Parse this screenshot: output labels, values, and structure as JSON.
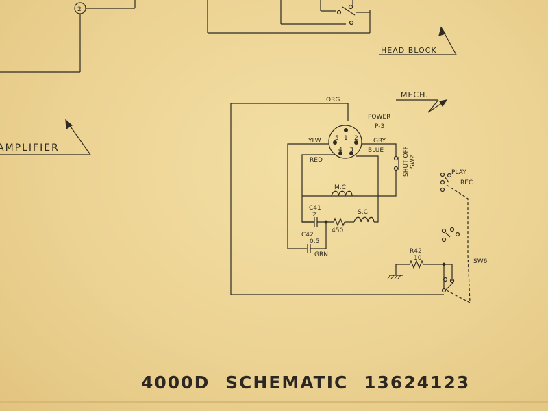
{
  "diagram": {
    "title": "4000D SCHEMATIC 13624123",
    "blocks": {
      "amplifier": "AMPLIFIER",
      "head_block": "HEAD BLOCK",
      "mech": "MECH."
    },
    "connector": {
      "label": "POWER",
      "ref": "P-3",
      "circle_ref": "2",
      "pins": [
        "1",
        "2",
        "3",
        "4",
        "5"
      ]
    },
    "wires": {
      "org": "ORG",
      "ylw": "YLW",
      "gry": "GRY",
      "red": "RED",
      "blue": "BLUE",
      "grn": "GRN"
    },
    "components": {
      "shutoff_line1": "SHUT OFF",
      "shutoff_line2": "SW?",
      "mc": "M.C",
      "sc": "S.C",
      "c41": "C41",
      "c41_value": "2",
      "c42": "C42",
      "c42_value": "0.5",
      "resistor_value": "450",
      "r42": "R42",
      "r42_value": "10",
      "play": "PLAY",
      "rec": "REC",
      "sw6": "SW6"
    },
    "colors": {
      "paper": "#ecd394",
      "ink": "#2f2a22"
    }
  }
}
